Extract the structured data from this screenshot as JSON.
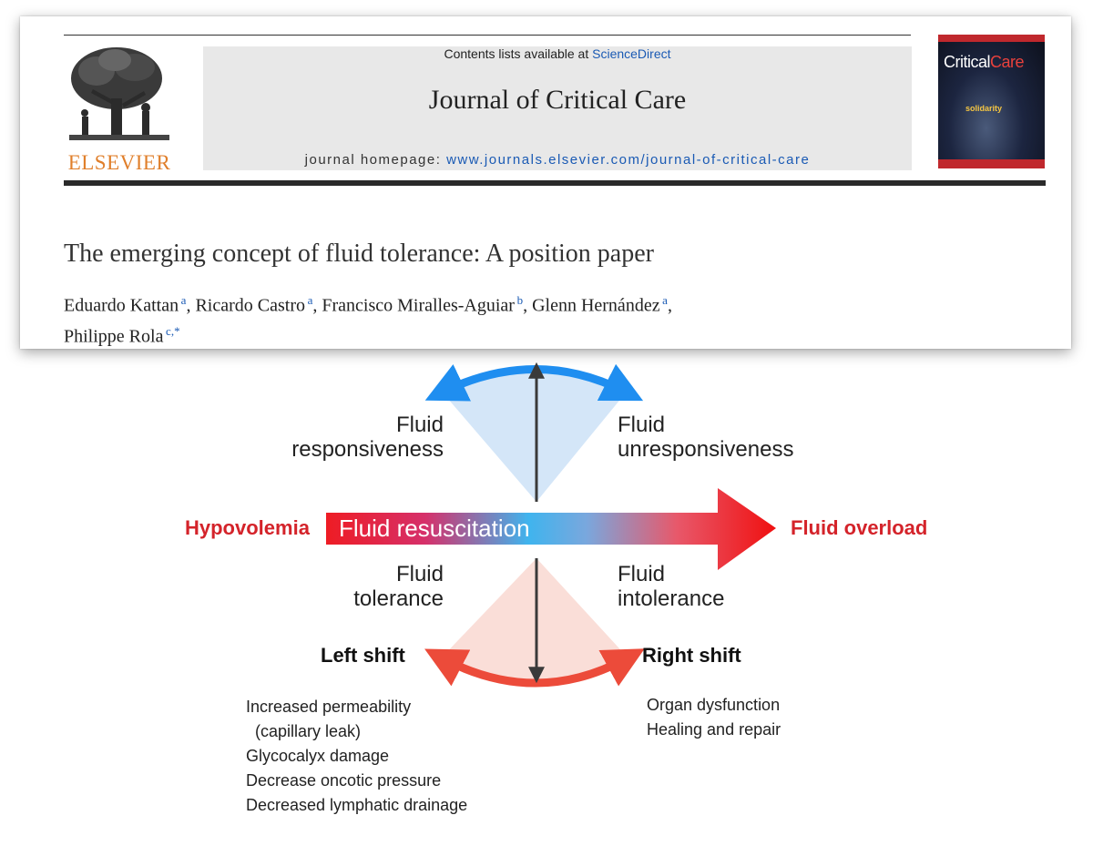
{
  "header": {
    "contents_prefix": "Contents lists available at ",
    "contents_link": "ScienceDirect",
    "journal_title": "Journal of Critical Care",
    "homepage_prefix": "journal homepage: ",
    "homepage_url": "www.journals.elsevier.com/journal-of-critical-care",
    "publisher_logo_text": "ELSEVIER",
    "cover": {
      "name_part1": "Critical",
      "name_part2": "Care",
      "word": "solidarity"
    }
  },
  "paper": {
    "title": "The emerging concept of fluid tolerance: A position paper",
    "authors": [
      {
        "name": "Eduardo Kattan",
        "sup": "a",
        "sep": ", "
      },
      {
        "name": "Ricardo Castro",
        "sup": "a",
        "sep": ", "
      },
      {
        "name": "Francisco Miralles-Aguiar",
        "sup": "b",
        "sep": ", "
      },
      {
        "name": "Glenn Hernández",
        "sup": "a",
        "sep": ","
      },
      {
        "name": "Philippe Rola",
        "sup": "c,*",
        "sep": ""
      }
    ]
  },
  "diagram": {
    "left_end": "Hypovolemia",
    "right_end": "Fluid overload",
    "center": "Fluid resuscitation",
    "top_left": [
      "Fluid",
      "responsiveness"
    ],
    "top_right": [
      "Fluid",
      "unresponsiveness"
    ],
    "bottom_left": [
      "Fluid",
      "tolerance"
    ],
    "bottom_right": [
      "Fluid",
      "intolerance"
    ],
    "left_shift": "Left shift",
    "right_shift": "Right shift",
    "left_factors": [
      "Increased permeability",
      "(capillary leak)",
      "Glycocalyx damage",
      "Decrease oncotic pressure",
      "Decreased lymphatic drainage"
    ],
    "right_factors": [
      "Organ dysfunction",
      "Healing and repair"
    ],
    "colors": {
      "left_end": "#d4232a",
      "right_end": "#d4232a",
      "blue_arrow": "#1f8ef0",
      "red_arrow": "#ec4b3a",
      "blue_fan": "#cfe3f7",
      "red_fan": "#fadcd6"
    }
  }
}
